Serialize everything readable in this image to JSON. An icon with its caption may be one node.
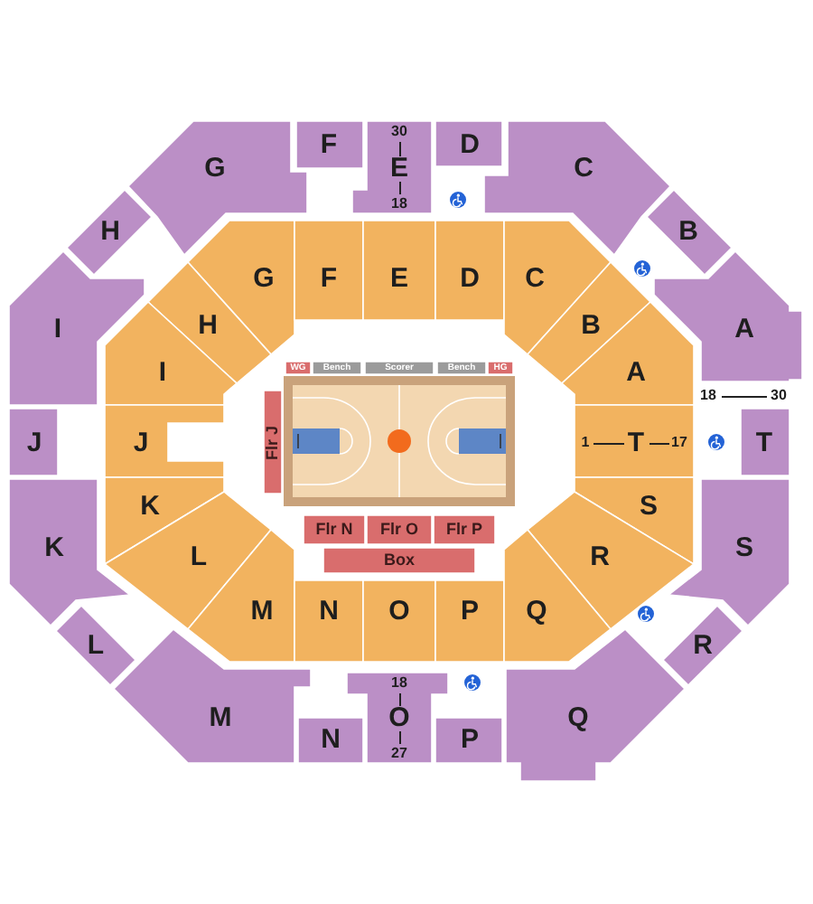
{
  "diagram": {
    "nodes": [
      {
        "text": [
          "G"
        ]
      },
      {
        "text": [
          "F"
        ]
      },
      {
        "text": [
          "30",
          "E",
          "18"
        ]
      },
      {
        "text": [
          "D"
        ]
      },
      {
        "text": [
          "C"
        ]
      },
      {
        "text": [
          "H"
        ]
      },
      {
        "text": [
          "B"
        ]
      },
      {
        "text": [
          "G"
        ]
      },
      {
        "text": [
          "F"
        ]
      },
      {
        "text": [
          "E"
        ]
      },
      {
        "text": [
          "D"
        ]
      },
      {
        "text": [
          "C"
        ]
      },
      {
        "text": [
          "H"
        ]
      },
      {
        "text": [
          "B"
        ]
      },
      {
        "text": [
          "I"
        ]
      },
      {
        "text": [
          "A"
        ]
      },
      {
        "text": [
          "I"
        ]
      },
      {
        "text": [
          "A"
        ]
      },
      {
        "text": [
          "WG"
        ]
      },
      {
        "text": [
          "Bench"
        ]
      },
      {
        "text": [
          "Scorer"
        ]
      },
      {
        "text": [
          "Bench"
        ]
      },
      {
        "text": [
          "HG"
        ]
      },
      {
        "text": [
          "J"
        ]
      },
      {
        "text": [
          "J"
        ]
      },
      {
        "text": [
          "Flr J"
        ]
      },
      {
        "text": [
          "1",
          "T",
          "17"
        ]
      },
      {
        "text": [
          "T"
        ]
      },
      {
        "text": [
          "K"
        ]
      },
      {
        "text": [
          "S"
        ]
      },
      {
        "text": [
          "K"
        ]
      },
      {
        "text": [
          "S"
        ]
      },
      {
        "text": [
          "Flr N"
        ]
      },
      {
        "text": [
          "Flr O"
        ]
      },
      {
        "text": [
          "Flr P"
        ]
      },
      {
        "text": [
          "L"
        ]
      },
      {
        "text": [
          "R"
        ]
      },
      {
        "text": [
          "Box"
        ]
      },
      {
        "text": [
          "M"
        ]
      },
      {
        "text": [
          "N"
        ]
      },
      {
        "text": [
          "O"
        ]
      },
      {
        "text": [
          "P"
        ]
      },
      {
        "text": [
          "Q"
        ]
      },
      {
        "text": [
          "L"
        ]
      },
      {
        "text": [
          "R"
        ]
      },
      {
        "text": [
          "18",
          "O",
          "27"
        ]
      },
      {
        "text": [
          "M"
        ]
      },
      {
        "text": [
          "Q"
        ]
      },
      {
        "text": [
          "N"
        ]
      },
      {
        "text": [
          "P"
        ]
      }
    ],
    "labels": [
      "18",
      "30"
    ]
  }
}
